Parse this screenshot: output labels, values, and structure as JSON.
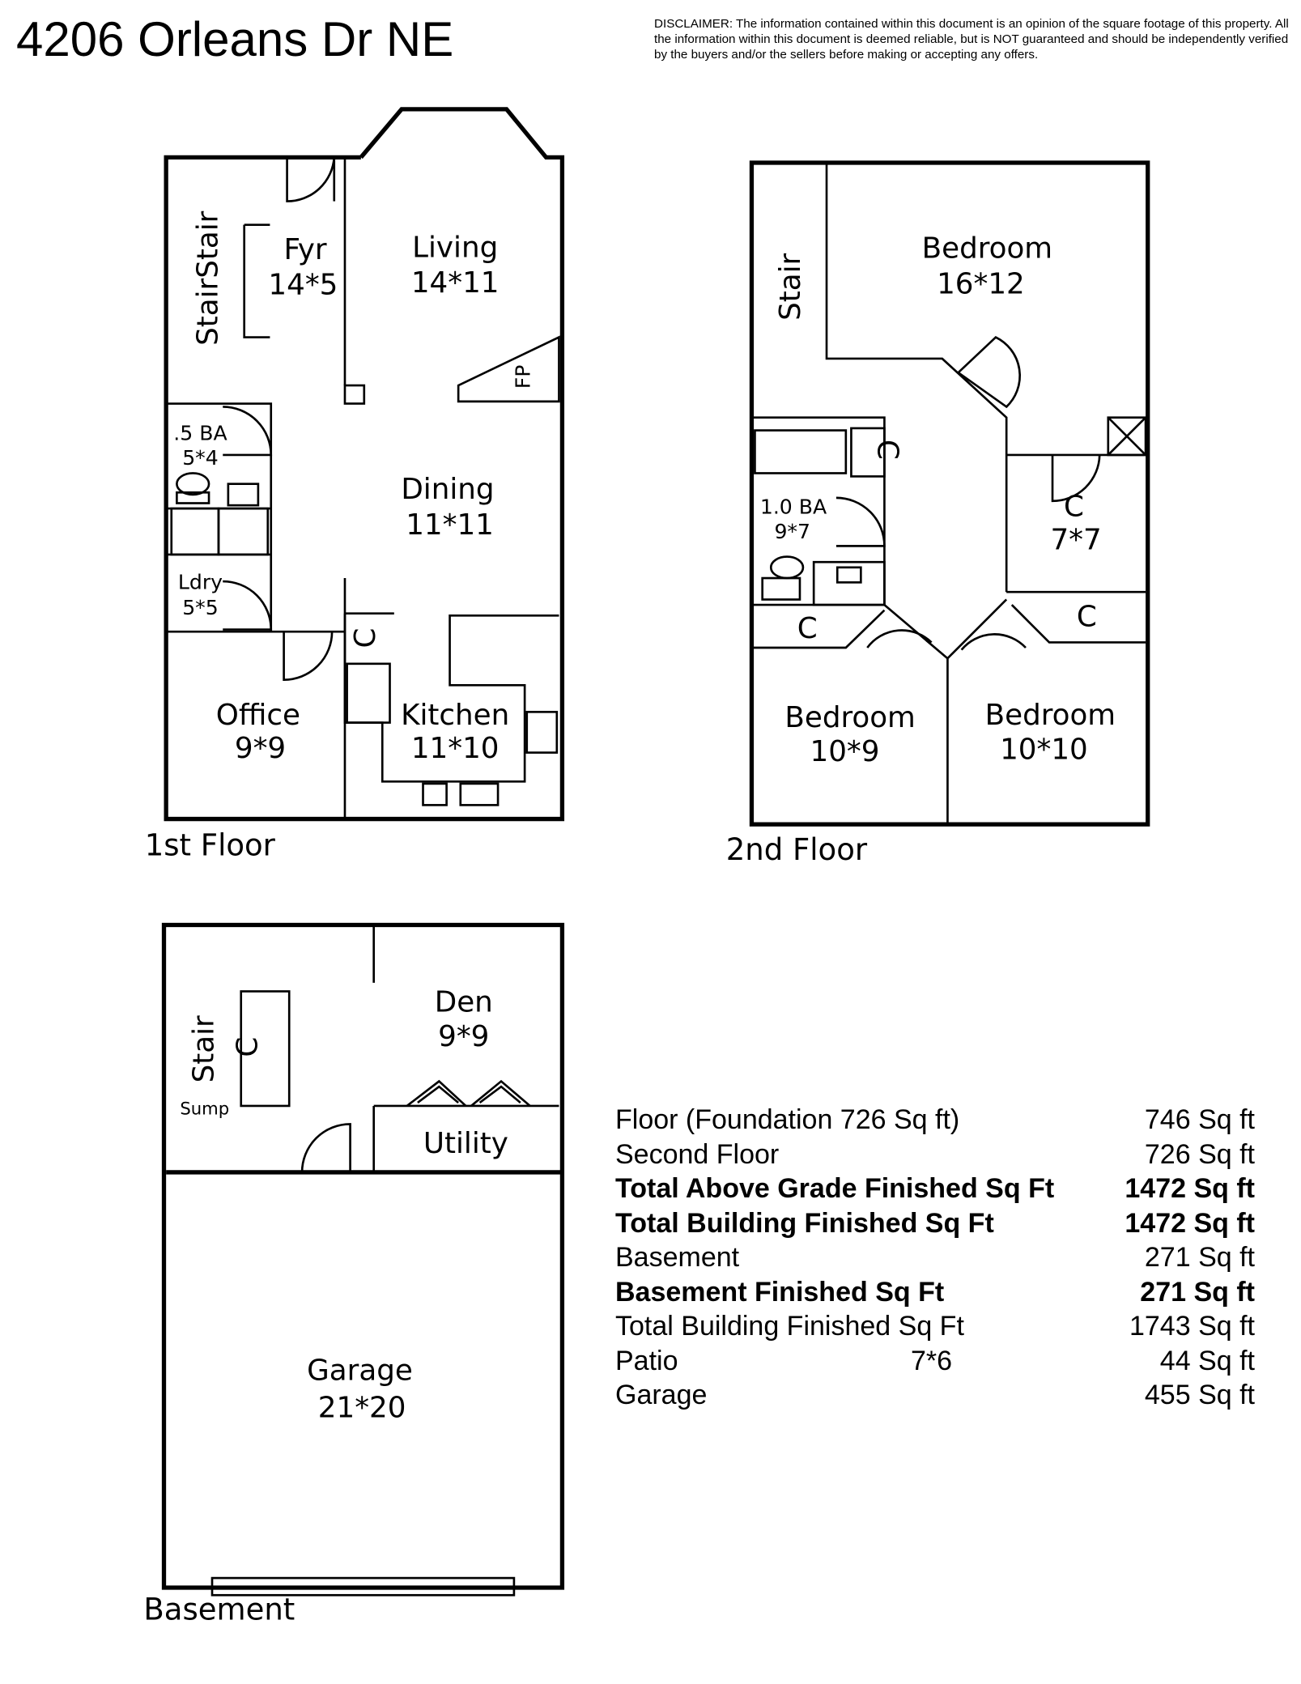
{
  "title": "4206 Orleans Dr NE",
  "disclaimer": "DISCLAIMER: The information contained within this document is an opinion of the square footage of this property. All the information within this document is deemed reliable, but is NOT guaranteed and should be independently verified by the buyers and/or the sellers before making or accepting any offers.",
  "floors": {
    "first": {
      "label": "1st Floor",
      "rooms": {
        "stair": "StairStair",
        "fyr_name": "Fyr",
        "fyr_dim": "14*5",
        "living_name": "Living",
        "living_dim": "14*11",
        "fp": "FP",
        "ba_name": ".5 BA",
        "ba_dim": "5*4",
        "dining_name": "Dining",
        "dining_dim": "11*11",
        "ldry_name": "Ldry",
        "ldry_dim": "5*5",
        "closet": "C",
        "office_name": "Office",
        "office_dim": "9*9",
        "kitchen_name": "Kitchen",
        "kitchen_dim": "11*10"
      }
    },
    "second": {
      "label": "2nd Floor",
      "rooms": {
        "stair": "Stair",
        "bed1_name": "Bedroom",
        "bed1_dim": "16*12",
        "ba_name": "1.0 BA",
        "ba_dim": "9*7",
        "closet_a": "C",
        "closet_b_name": "C",
        "closet_b_dim": "7*7",
        "closet_c": "C",
        "closet_d": "C",
        "bed2_name": "Bedroom",
        "bed2_dim": "10*9",
        "bed3_name": "Bedroom",
        "bed3_dim": "10*10"
      }
    },
    "basement": {
      "label": "Basement",
      "rooms": {
        "stair": "Stair",
        "closet": "C",
        "sump": "Sump",
        "den_name": "Den",
        "den_dim": "9*9",
        "utility": "Utility",
        "garage_name": "Garage",
        "garage_dim": "21*20"
      }
    }
  },
  "areas": [
    {
      "name": "Floor (Foundation 726 Sq ft)",
      "dim": "",
      "value": "746 Sq ft",
      "bold": false
    },
    {
      "name": "Second Floor",
      "dim": "",
      "value": "726 Sq ft",
      "bold": false
    },
    {
      "name": "Total Above Grade Finished Sq Ft",
      "dim": "",
      "value": "1472 Sq ft",
      "bold": true
    },
    {
      "name": "Total Building Finished Sq Ft",
      "dim": "",
      "value": "1472 Sq ft",
      "bold": true
    },
    {
      "name": "Basement",
      "dim": "",
      "value": "271 Sq ft",
      "bold": false
    },
    {
      "name": "Basement Finished Sq Ft",
      "dim": "",
      "value": "271 Sq ft",
      "bold": true
    },
    {
      "name": "Total Building Finished Sq Ft",
      "dim": "",
      "value": "1743 Sq ft",
      "bold": false
    },
    {
      "name": "Patio",
      "dim": "7*6",
      "value": "44 Sq ft",
      "bold": false
    },
    {
      "name": "Garage",
      "dim": "",
      "value": "455 Sq ft",
      "bold": false
    }
  ]
}
